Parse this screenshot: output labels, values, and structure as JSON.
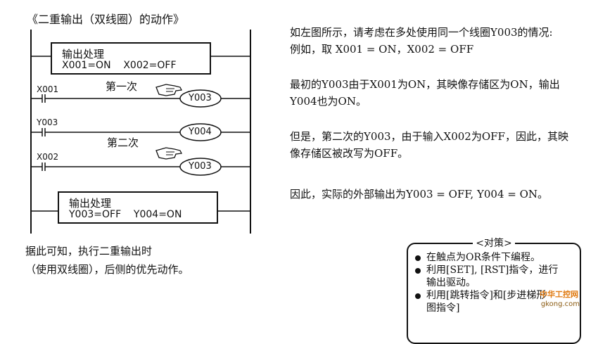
{
  "title": "《二重输出（双线圈）的动作》",
  "diagram": {
    "box_top": {
      "line1": "输出处理",
      "line2": "X001=ON    X002=OFF"
    },
    "box_bottom": {
      "line1": "输出处理",
      "line2": "Y003=OFF    Y004=ON"
    },
    "contacts": [
      "X001",
      "Y003",
      "X002"
    ],
    "coils": [
      "Y003",
      "Y004",
      "Y003"
    ],
    "first_label": "第一次",
    "second_label": "第二次"
  },
  "right": {
    "p1_line1": "如左图所示，请考虑在多处使用同一个线圈Y003的情况:",
    "p1_line2": "例如，取 X001 = ON，X002 = OFF",
    "p2_line1": "最初的Y003由于X001为ON，其映像存储区为ON，输出",
    "p2_line2": "Y004也为ON。",
    "p3_line1": "但是，第二次的Y003，由于输入X002为OFF，因此，其映",
    "p3_line2": "像存储区被改写为OFF。",
    "p4": "因此，实际的外部输出为Y003 = OFF, Y004 = ON。"
  },
  "note": {
    "line1": "据此可知，执行二重输出时",
    "line2": "（使用双线圈），后侧的优先动作。"
  },
  "strategy": {
    "header": "<对策>",
    "item1": "在触点为OR条件下编程。",
    "item2_line1": "利用[SET], [RST]指令，进行",
    "item2_line2": "输出驱动。",
    "item3_line1": "利用[跳转指令]和[步进梯形",
    "item3_line2": "图指令]"
  },
  "watermark": {
    "line1": "中华工控网",
    "line2": "gkong.com"
  }
}
